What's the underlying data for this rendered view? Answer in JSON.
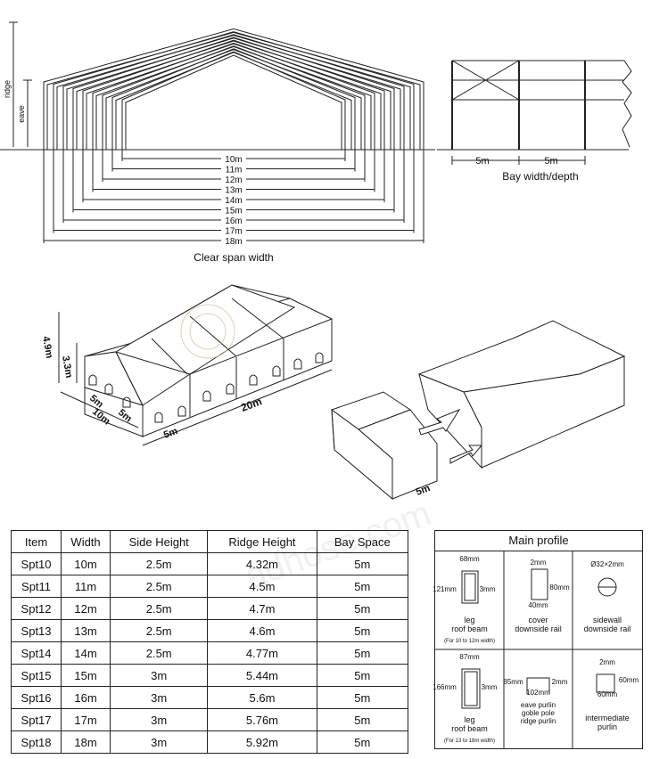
{
  "elevation": {
    "ridge_label": "ridge",
    "eave_label": "eave",
    "spans": [
      "10m",
      "11m",
      "12m",
      "13m",
      "14m",
      "15m",
      "16m",
      "17m",
      "18m"
    ],
    "caption": "Clear span width"
  },
  "bay": {
    "dims": [
      "5m",
      "5m"
    ],
    "caption": "Bay width/depth"
  },
  "iso": {
    "height_total": "4.9m",
    "height_eave": "3.3m",
    "dim_5m_a": "5m",
    "dim_5m_b": "5m",
    "dim_10m": "10m",
    "dim_5m_front": "5m",
    "dim_20m": "20m",
    "dim_5m_module": "5m"
  },
  "table": {
    "headers": [
      "Item",
      "Width",
      "Side Height",
      "Ridge Height",
      "Bay Space"
    ],
    "rows": [
      [
        "Spt10",
        "10m",
        "2.5m",
        "4.32m",
        "5m"
      ],
      [
        "Spt11",
        "11m",
        "2.5m",
        "4.5m",
        "5m"
      ],
      [
        "Spt12",
        "12m",
        "2.5m",
        "4.7m",
        "5m"
      ],
      [
        "Spt13",
        "13m",
        "2.5m",
        "4.6m",
        "5m"
      ],
      [
        "Spt14",
        "14m",
        "2.5m",
        "4.77m",
        "5m"
      ],
      [
        "Spt15",
        "15m",
        "3m",
        "5.44m",
        "5m"
      ],
      [
        "Spt16",
        "16m",
        "3m",
        "5.6m",
        "5m"
      ],
      [
        "Spt17",
        "17m",
        "3m",
        "5.76m",
        "5m"
      ],
      [
        "Spt18",
        "18m",
        "3m",
        "5.92m",
        "5m"
      ]
    ]
  },
  "profile": {
    "title": "Main profile",
    "p1": {
      "w": "68mm",
      "h": "121mm",
      "t": "3mm",
      "name": "leg\nroof beam",
      "note": "(For 10 to 12m width)"
    },
    "p2": {
      "w": "2mm",
      "h": "80mm",
      "b": "40mm",
      "name": "cover\ndownside rail"
    },
    "p3": {
      "d": "Ø32×2mm",
      "name": "sidewall\ndownside rail"
    },
    "p4": {
      "w": "87mm",
      "h": "166mm",
      "t": "3mm",
      "name": "leg\nroof beam",
      "note": "(For 13 to 18m width)"
    },
    "p5": {
      "h": "85mm",
      "t": "2mm",
      "b": "102mm",
      "name": "eave purlin\ngoble pole\nridge purlin"
    },
    "p6": {
      "w": "2mm",
      "h": "60mm",
      "b": "60mm",
      "name": "intermediate\npurlin"
    }
  },
  "watermark": "adhose.com"
}
